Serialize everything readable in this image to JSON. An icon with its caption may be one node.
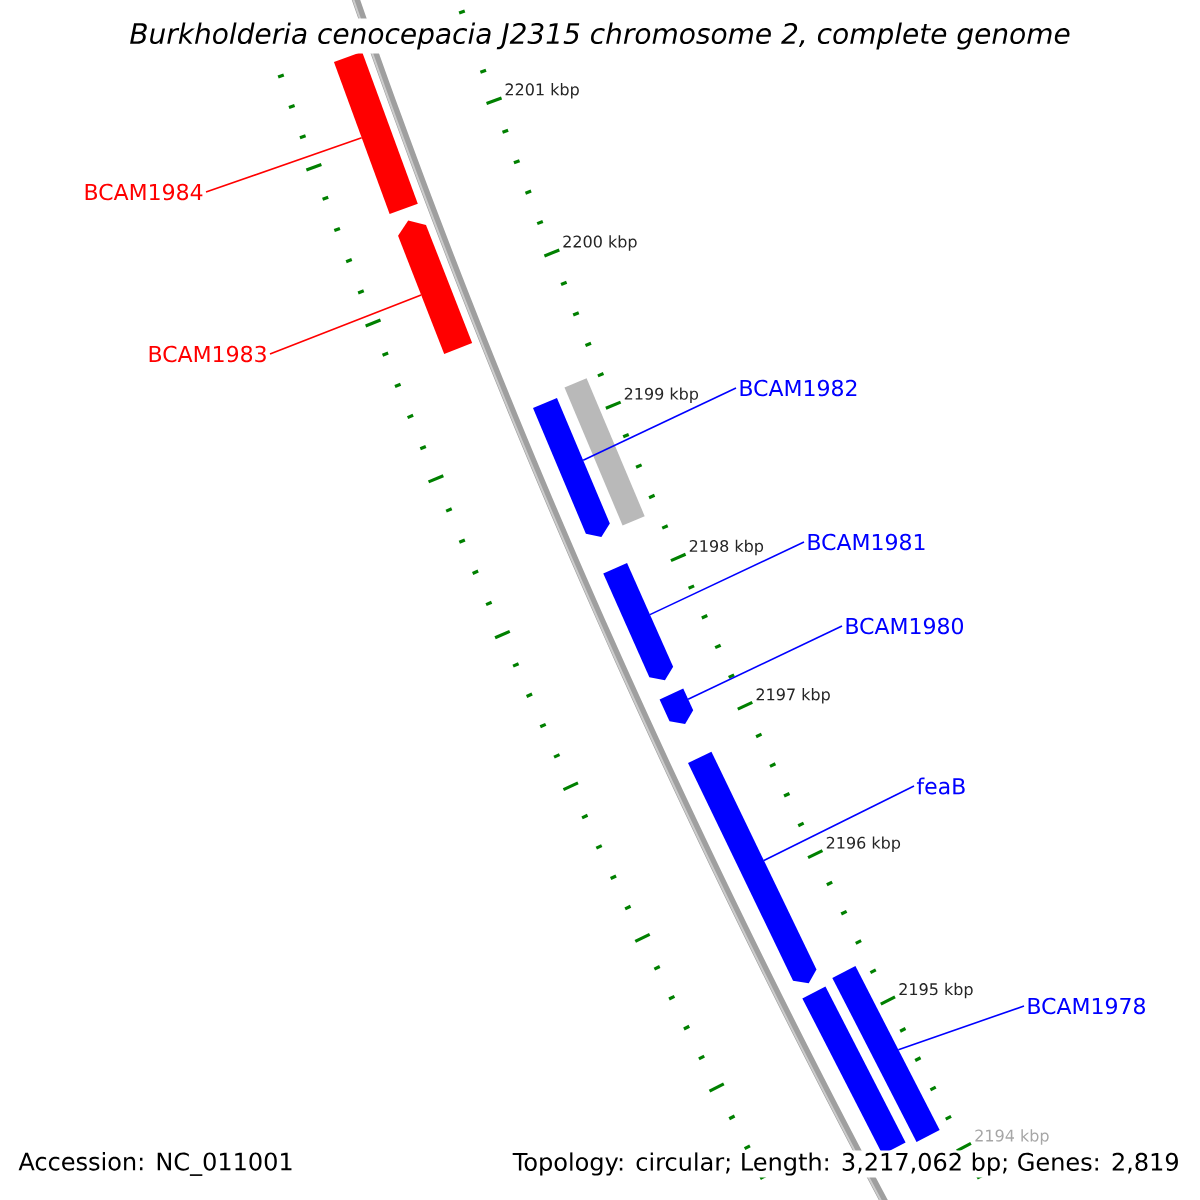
{
  "diagram": {
    "title": "Burkholderia cenocepacia J2315 chromosome 2, complete genome",
    "nodes": [
      {
        "text": [],
        "shape": "bar"
      },
      {
        "text": [],
        "shape": "bar"
      },
      {
        "text": [],
        "shape": "bar"
      },
      {
        "text": [],
        "shape": "bar"
      },
      {
        "text": [],
        "shape": "bar"
      },
      {
        "text": [],
        "shape": "bar"
      },
      {
        "text": [],
        "shape": "bar"
      },
      {
        "text": [],
        "shape": "bar"
      },
      {
        "text": [],
        "shape": "bar"
      },
      {
        "text": [
          "BCAM1984"
        ]
      },
      {
        "text": [
          "BCAM1983"
        ]
      },
      {
        "text": [
          "BCAM1982"
        ]
      },
      {
        "text": [
          "BCAM1981"
        ]
      },
      {
        "text": [
          "BCAM1980"
        ]
      },
      {
        "text": [
          "feaB"
        ]
      },
      {
        "text": [
          "BCAM1978"
        ]
      }
    ],
    "edges": [
      {
        "from": 9,
        "to": 0,
        "arrow": "none",
        "color": "#ff0000"
      },
      {
        "from": 10,
        "to": 1,
        "arrow": "none",
        "color": "#ff0000"
      },
      {
        "from": 11,
        "to": 2,
        "arrow": "none"
      },
      {
        "from": 12,
        "to": 4,
        "arrow": "none"
      },
      {
        "from": 13,
        "to": 5,
        "arrow": "none"
      },
      {
        "from": 14,
        "to": 6,
        "arrow": "none"
      },
      {
        "from": 15,
        "to": 7,
        "arrow": "none"
      }
    ],
    "labels": [
      "2201 kbp",
      "2200 kbp",
      "2199 kbp",
      "2198 kbp",
      "2197 kbp",
      "2196 kbp",
      "2195 kbp",
      "2194 kbp",
      "Accession: NC_011001",
      "Topology: circular; Length: 3,217,062 bp; Genes: 2,819"
    ]
  }
}
